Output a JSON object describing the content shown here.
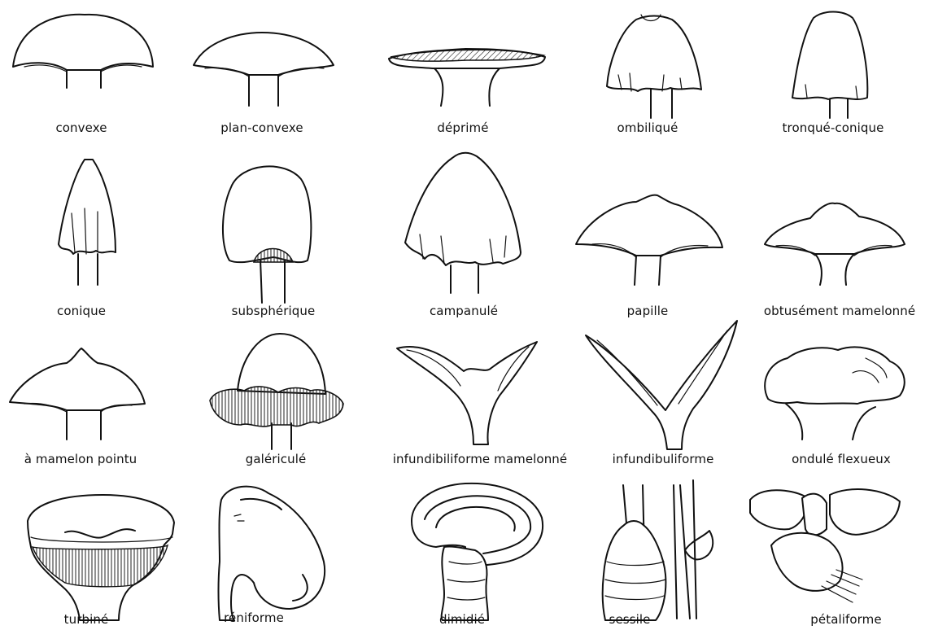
{
  "shapes": {
    "convexe": "convexe",
    "plan_convexe": "plan-convexe",
    "deprime": "déprimé",
    "ombilique": "ombiliqué",
    "tronque_conique": "tronqué-conique",
    "conique": "conique",
    "subspherique": "subsphérique",
    "campanule": "campanulé",
    "papille": "papille",
    "obtusement_mamelonne": "obtusément mamelonné",
    "a_mamelon_pointu": "à mamelon pointu",
    "galericule": "galériculé",
    "infundibiliforme_mamelonne": "infundibiliforme mamelonné",
    "infundibuliforme": "infundibuliforme",
    "ondule_flexueux": "ondulé flexueux",
    "turbine": "turbiné",
    "reniforme": "réniforme",
    "dimidie": "dimidié",
    "sessile": "sessile",
    "petaliforme": "pétaliforme"
  }
}
